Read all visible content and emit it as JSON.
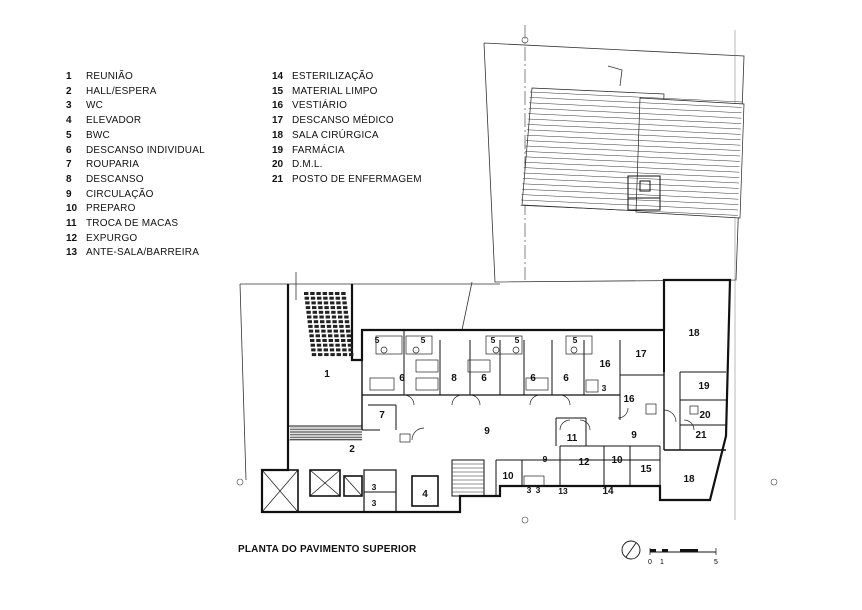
{
  "legend": [
    {
      "num": "1",
      "label": "REUNIÃO"
    },
    {
      "num": "2",
      "label": "HALL/ESPERA"
    },
    {
      "num": "3",
      "label": "WC"
    },
    {
      "num": "4",
      "label": "ELEVADOR"
    },
    {
      "num": "5",
      "label": "BWC"
    },
    {
      "num": "6",
      "label": "DESCANSO INDIVIDUAL"
    },
    {
      "num": "7",
      "label": "ROUPARIA"
    },
    {
      "num": "8",
      "label": "DESCANSO"
    },
    {
      "num": "9",
      "label": "CIRCULAÇÃO"
    },
    {
      "num": "10",
      "label": "PREPARO"
    },
    {
      "num": "11",
      "label": "TROCA DE MACAS"
    },
    {
      "num": "12",
      "label": "EXPURGO"
    },
    {
      "num": "13",
      "label": "ANTE-SALA/BARREIRA"
    },
    {
      "num": "14",
      "label": "ESTERILIZAÇÃO"
    },
    {
      "num": "15",
      "label": "MATERIAL LIMPO"
    },
    {
      "num": "16",
      "label": "VESTIÁRIO"
    },
    {
      "num": "17",
      "label": "DESCANSO MÉDICO"
    },
    {
      "num": "18",
      "label": "SALA CIRÚRGICA"
    },
    {
      "num": "19",
      "label": "FARMÁCIA"
    },
    {
      "num": "20",
      "label": "D.M.L."
    },
    {
      "num": "21",
      "label": "POSTO DE ENFERMAGEM"
    }
  ],
  "room_labels": {
    "r1": "1",
    "r2": "2",
    "r3a": "3",
    "r3b": "3",
    "r3c": "3",
    "r3d": "3",
    "r3e": "3",
    "r4": "4",
    "r5a": "5",
    "r5b": "5",
    "r5c": "5",
    "r5d": "5",
    "r5e": "5",
    "r6a": "6",
    "r6b": "6",
    "r6c": "6",
    "r6d": "6",
    "r7": "7",
    "r8": "8",
    "r9a": "9",
    "r9b": "9",
    "r9c": "9",
    "r10a": "10",
    "r10b": "10",
    "r11": "11",
    "r12": "12",
    "r13": "13",
    "r14": "14",
    "r15": "15",
    "r16a": "16",
    "r16b": "16",
    "r17": "17",
    "r18a": "18",
    "r18b": "18",
    "r19": "19",
    "r20": "20",
    "r21": "21"
  },
  "title": "PLANTA DO PAVIMENTO SUPERIOR",
  "scale_bar": {
    "ticks": [
      "0",
      "1",
      "5"
    ]
  }
}
